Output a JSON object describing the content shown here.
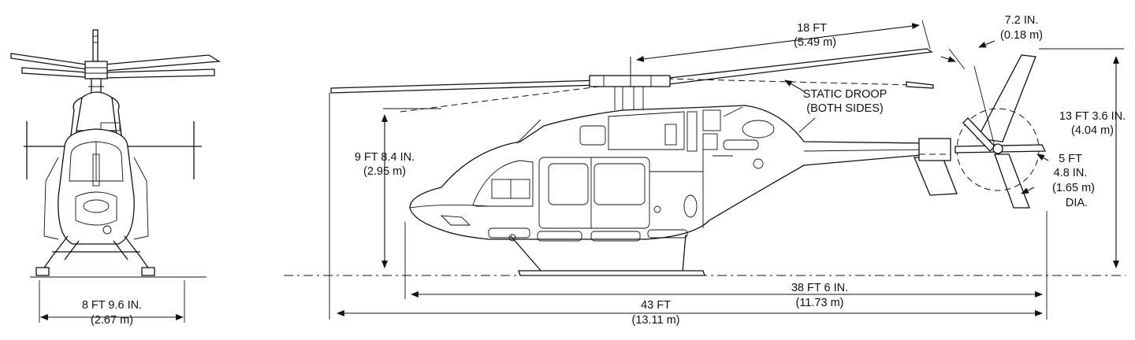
{
  "diagram": {
    "front_view": {
      "skid_width": {
        "line1": "8 FT 9.6 IN.",
        "line2": "(2.67 m)"
      }
    },
    "side_view": {
      "blade_length": {
        "line1": "18 FT",
        "line2": "(5.49 m)"
      },
      "blade_thickness": {
        "line1": "7.2 IN.",
        "line2": "(0.18 m)"
      },
      "static_droop": {
        "line1": "STATIC DROOP",
        "line2": "(BOTH SIDES)"
      },
      "cabin_height": {
        "line1": "9 FT 8.4 IN.",
        "line2": "(2.95 m)"
      },
      "overall_height": {
        "line1": "13 FT 3.6 IN.",
        "line2": "(4.04 m)"
      },
      "tail_rotor": {
        "line1": "5 FT",
        "line2": "4.8 IN.",
        "line3": "(1.65 m)",
        "line4": "DIA."
      },
      "fuselage_length": {
        "line1": "38 FT 6 IN.",
        "line2": "(11.73 m)"
      },
      "overall_length": {
        "line1": "43 FT",
        "line2": "(13.11 m)"
      }
    }
  }
}
